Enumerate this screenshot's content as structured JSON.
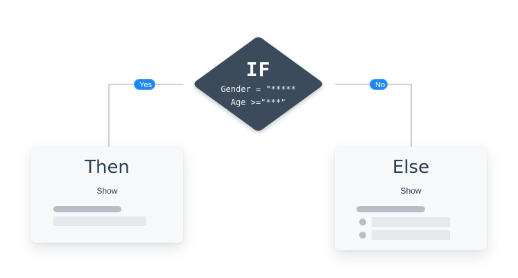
{
  "colors": {
    "diamond_fill": "#3b4b5c",
    "connector": "#9aa3ad",
    "badge": "#1e88f0",
    "card_bg": "#f7f8f9",
    "heading": "#2d3e52",
    "placeholder_dark": "#b7bec8",
    "placeholder_light": "#e5e8ec"
  },
  "condition": {
    "title": "IF",
    "line1": "Gender = \"*****",
    "line2": "Age >=\"***\""
  },
  "branches": {
    "yes_label": "Yes",
    "no_label": "No"
  },
  "then_card": {
    "title": "Then",
    "action": "Show"
  },
  "else_card": {
    "title": "Else",
    "action": "Show"
  }
}
